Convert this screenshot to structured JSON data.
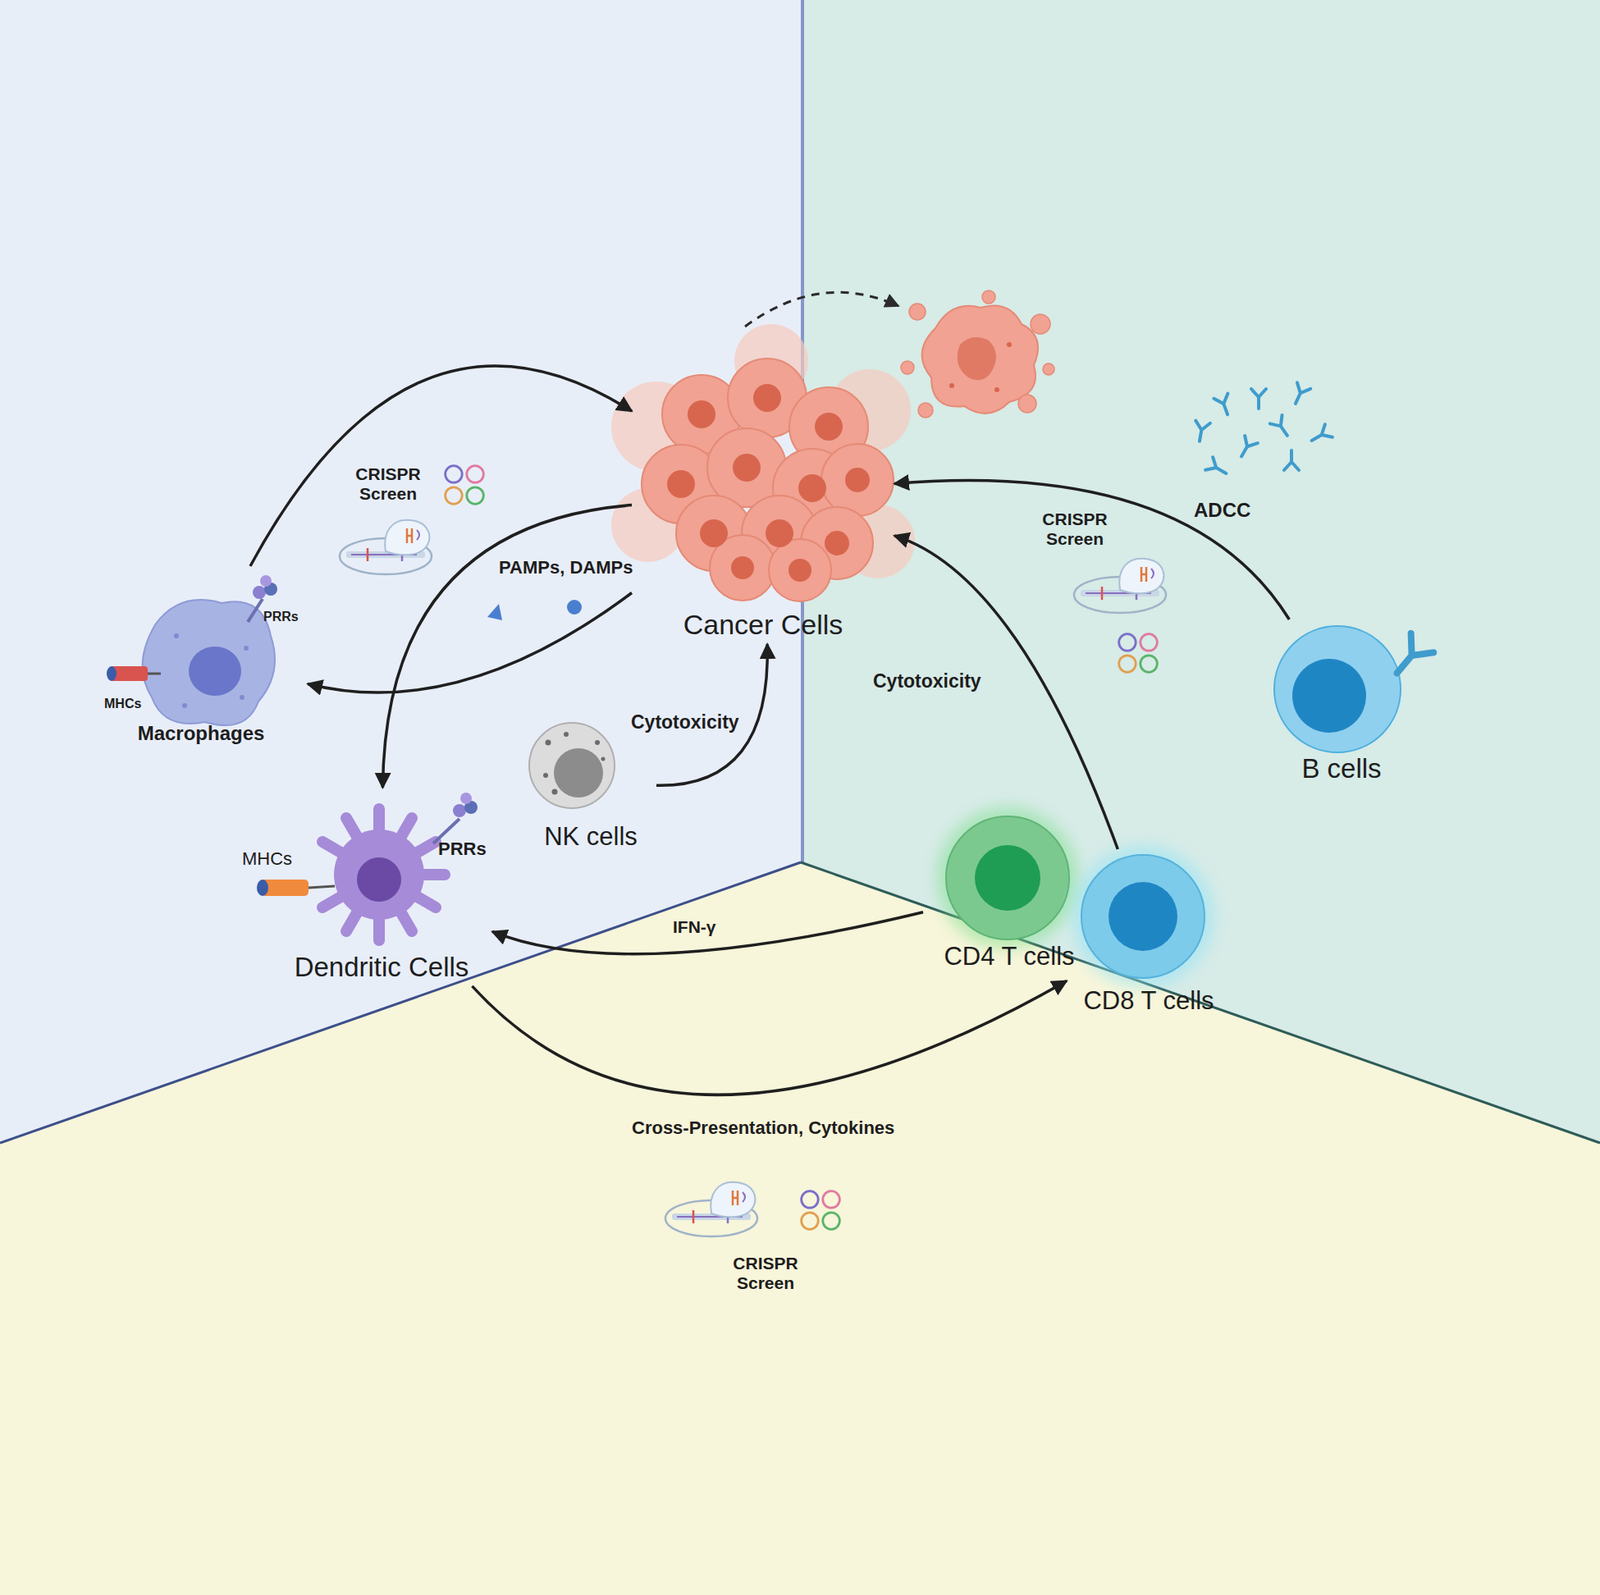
{
  "diagram": {
    "nodes": [
      {
        "text": [
          "Cancer Cells"
        ]
      },
      {
        "text": [
          "Macrophages"
        ]
      },
      {
        "text": [
          "Dendritic Cells"
        ]
      },
      {
        "text": [
          "NK cells"
        ]
      },
      {
        "text": [
          "CD4 T cells"
        ]
      },
      {
        "text": [
          "CD8 T cells"
        ]
      },
      {
        "text": [
          "B cells"
        ]
      }
    ],
    "edges": [
      {
        "from": 1,
        "to": 0,
        "arrow": "to"
      },
      {
        "from": 0,
        "to": 1,
        "arrow": "to"
      },
      {
        "from": 0,
        "to": 2,
        "arrow": "to"
      },
      {
        "from": 3,
        "to": 0,
        "label": "Cytotoxicity",
        "arrow": "to"
      },
      {
        "from": 4,
        "to": 2,
        "label": "IFN-γ",
        "arrow": "to"
      },
      {
        "from": 2,
        "to": 5,
        "label": "Cross-Presentation, Cytokines",
        "arrow": "to"
      },
      {
        "from": 5,
        "to": 0,
        "label": "Cytotoxicity",
        "arrow": "to"
      },
      {
        "from": 6,
        "to": 0,
        "label": "ADCC",
        "arrow": "to"
      }
    ],
    "labels": [
      "CRISPR Screen",
      "PAMPs, DAMPs",
      "PRRs",
      "MHCs",
      "CRISPR Screen",
      "MHCs",
      "PRRs",
      "CRISPR Screen"
    ]
  }
}
